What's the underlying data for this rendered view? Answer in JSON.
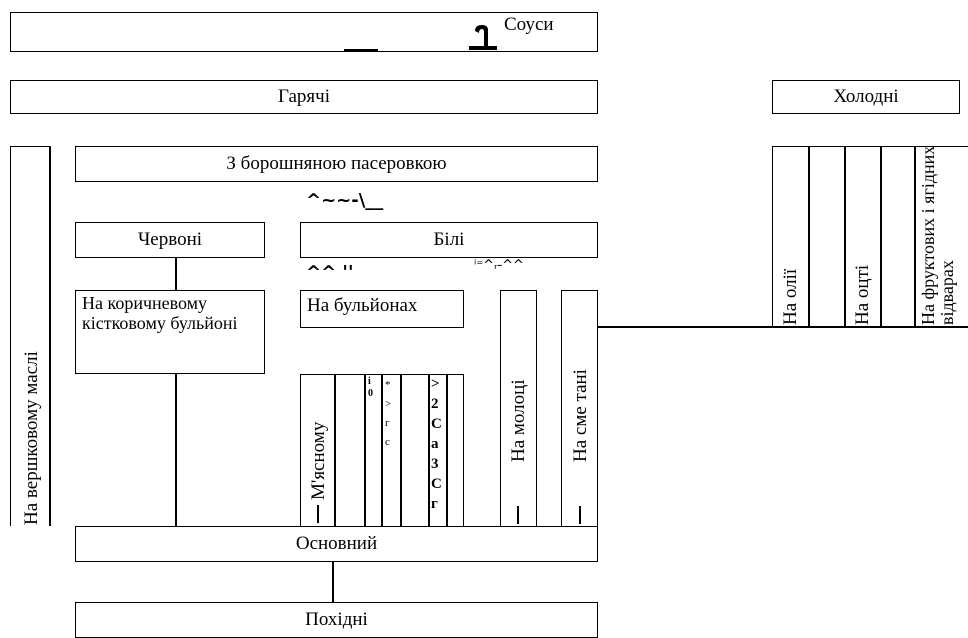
{
  "top_box": {
    "label": "Соуси"
  },
  "row1": {
    "hot": "Гарячі",
    "cold": "Холодні"
  },
  "hot": {
    "butter": "На вершковому маслі",
    "flour": "З борошняною пасеровкою",
    "red": "Червоні",
    "white": "Білі",
    "brown_bone": "На коричневому кістковому бульйоні",
    "broths": "На бульйонах",
    "meat": "М'ясному",
    "milk": "На молоці",
    "cream": "На сме тані",
    "basic": "Основний",
    "derived": "Похідні",
    "noise_1": "^~~-\\__",
    "noise_2": "^^ ''",
    "noise_3": "ⁱ⁼^ᵣ-^^",
    "noise_col1": "i 0",
    "noise_col2": "* > г с",
    "noise_col3": "> 2 С а 3 С г"
  },
  "cold": {
    "oil": "На олії",
    "vinegar": "На оцті",
    "fruit": "На фруктових і ягідних відварах"
  }
}
